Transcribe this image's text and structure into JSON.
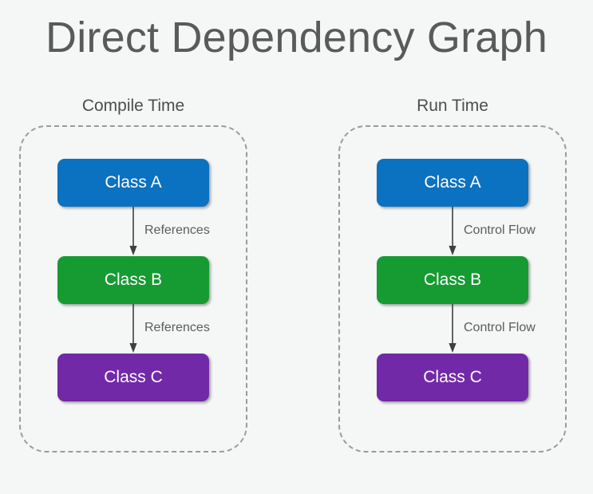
{
  "title": "Direct Dependency Graph",
  "background_color": "#f5f6f6",
  "title_color": "#5a5a5a",
  "panels": [
    {
      "heading": "Compile Time",
      "nodes": [
        {
          "label": "Class A",
          "color": "#0b71c1"
        },
        {
          "label": "Class B",
          "color": "#169b32"
        },
        {
          "label": "Class C",
          "color": "#7229a8"
        }
      ],
      "edges": [
        {
          "label": "References",
          "from": "Class A",
          "to": "Class B"
        },
        {
          "label": "References",
          "from": "Class B",
          "to": "Class C"
        }
      ]
    },
    {
      "heading": "Run Time",
      "nodes": [
        {
          "label": "Class A",
          "color": "#0b71c1"
        },
        {
          "label": "Class B",
          "color": "#169b32"
        },
        {
          "label": "Class C",
          "color": "#7229a8"
        }
      ],
      "edges": [
        {
          "label": "Control Flow",
          "from": "Class A",
          "to": "Class B"
        },
        {
          "label": "Control Flow",
          "from": "Class B",
          "to": "Class C"
        }
      ]
    }
  ]
}
